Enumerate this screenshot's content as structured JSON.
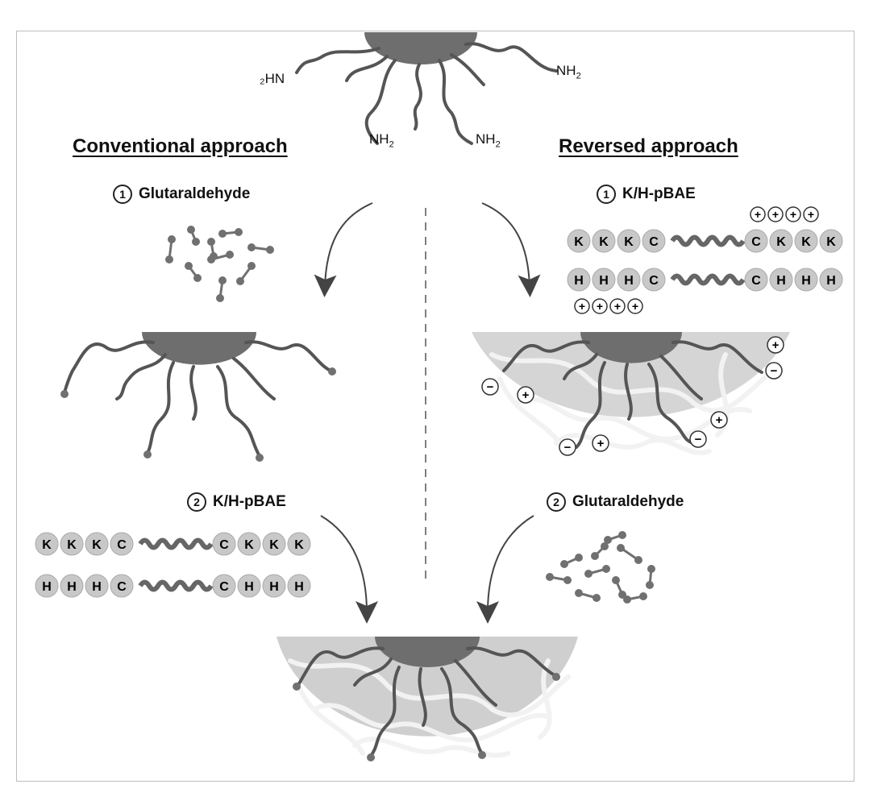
{
  "headings": {
    "left": "Conventional approach",
    "right": "Reversed approach"
  },
  "steps": {
    "left_1": {
      "number": "1",
      "label": "Glutaraldehyde"
    },
    "left_2": {
      "number": "2",
      "label": "K/H-pBAE"
    },
    "right_1": {
      "number": "1",
      "label": "K/H-pBAE"
    },
    "right_2": {
      "number": "2",
      "label": "Glutaraldehyde"
    }
  },
  "amine_labels": {
    "left": {
      "prefix": "₂HN",
      "main": "",
      "sub": ""
    },
    "a": {
      "main": "NH",
      "sub": "2"
    },
    "b": {
      "main": "NH",
      "sub": "2"
    },
    "c": {
      "main": "NH",
      "sub": "2"
    }
  },
  "polymer_chains": {
    "lysine": {
      "end_residues": [
        "K",
        "K",
        "K",
        "C"
      ],
      "tail_residues": [
        "C",
        "K",
        "K",
        "K"
      ]
    },
    "histidine": {
      "end_residues": [
        "H",
        "H",
        "H",
        "C"
      ],
      "tail_residues": [
        "C",
        "H",
        "H",
        "H"
      ]
    }
  },
  "charge_symbols": {
    "plus": "+",
    "minus": "−"
  },
  "colors": {
    "nanoparticle": "#6e6e6e",
    "chain": "#555555",
    "mesh": "#b8b8b8",
    "bead": "#c8c8c8",
    "crosslinker": "#707070",
    "arrow": "#444444"
  }
}
